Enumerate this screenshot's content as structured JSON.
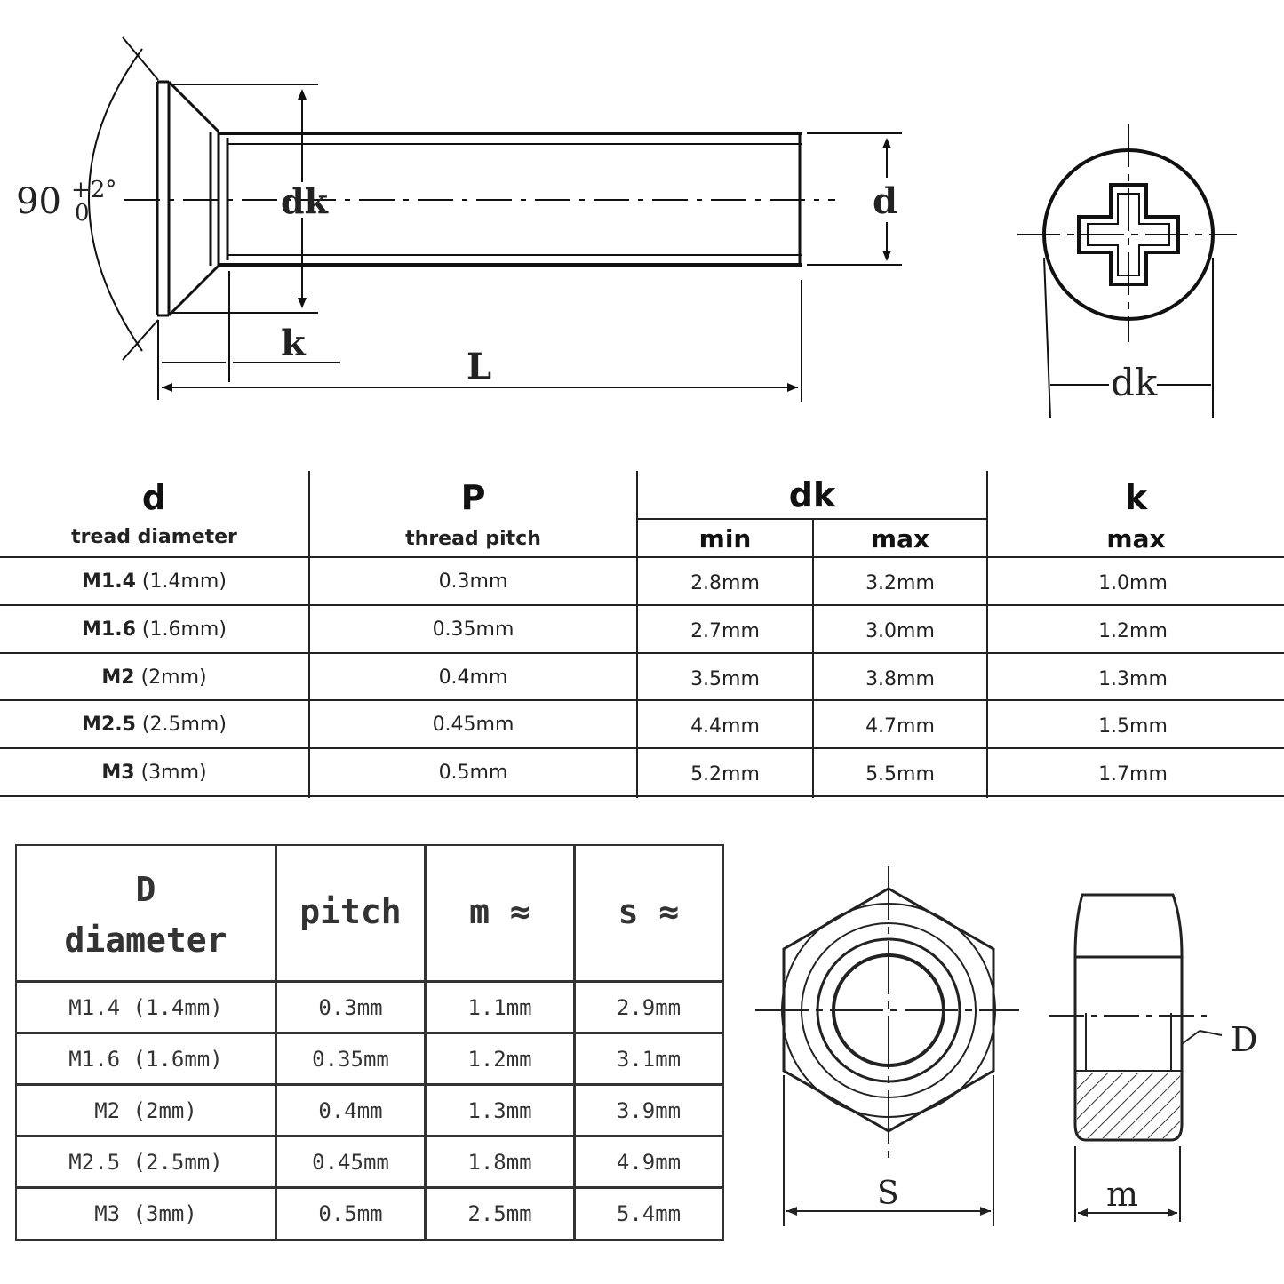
{
  "screw_drawing": {
    "angle_main": "90",
    "angle_tol_upper": "+2°",
    "angle_tol_lower": "0",
    "label_dk_side": "dk",
    "label_d": "d",
    "label_k": "k",
    "label_L": "L",
    "label_dk_head": "dk"
  },
  "screw_table": {
    "headers": {
      "d_symbol": "d",
      "d_label": "tread diameter",
      "p_symbol": "P",
      "p_label": "thread pitch",
      "dk_symbol": "dk",
      "dk_min": "min",
      "dk_max": "max",
      "k_symbol": "k",
      "k_max": "max"
    },
    "rows": [
      {
        "size": "M1.4",
        "size_mm": "(1.4mm)",
        "pitch": "0.3mm",
        "dk_min": "2.8mm",
        "dk_max": "3.2mm",
        "k_max": "1.0mm"
      },
      {
        "size": "M1.6",
        "size_mm": "(1.6mm)",
        "pitch": "0.35mm",
        "dk_min": "2.7mm",
        "dk_max": "3.0mm",
        "k_max": "1.2mm"
      },
      {
        "size": "M2",
        "size_mm": "(2mm)",
        "pitch": "0.4mm",
        "dk_min": "3.5mm",
        "dk_max": "3.8mm",
        "k_max": "1.3mm"
      },
      {
        "size": "M2.5",
        "size_mm": "(2.5mm)",
        "pitch": "0.45mm",
        "dk_min": "4.4mm",
        "dk_max": "4.7mm",
        "k_max": "1.5mm"
      },
      {
        "size": "M3",
        "size_mm": "(3mm)",
        "pitch": "0.5mm",
        "dk_min": "5.2mm",
        "dk_max": "5.5mm",
        "k_max": "1.7mm"
      }
    ]
  },
  "nut_table": {
    "headers": {
      "D_symbol": "D",
      "D_label": "diameter",
      "pitch": "pitch",
      "m": "m ≈",
      "s": "s ≈"
    },
    "rows": [
      {
        "diameter": "M1.4 (1.4mm)",
        "pitch": "0.3mm",
        "m": "1.1mm",
        "s": "2.9mm"
      },
      {
        "diameter": "M1.6 (1.6mm)",
        "pitch": "0.35mm",
        "m": "1.2mm",
        "s": "3.1mm"
      },
      {
        "diameter": "M2 (2mm)",
        "pitch": "0.4mm",
        "m": "1.3mm",
        "s": "3.9mm"
      },
      {
        "diameter": "M2.5 (2.5mm)",
        "pitch": "0.45mm",
        "m": "1.8mm",
        "s": "4.9mm"
      },
      {
        "diameter": "M3 (3mm)",
        "pitch": "0.5mm",
        "m": "2.5mm",
        "s": "5.4mm"
      }
    ]
  },
  "nut_drawing": {
    "label_s": "S",
    "label_m": "m",
    "label_D": "D"
  }
}
